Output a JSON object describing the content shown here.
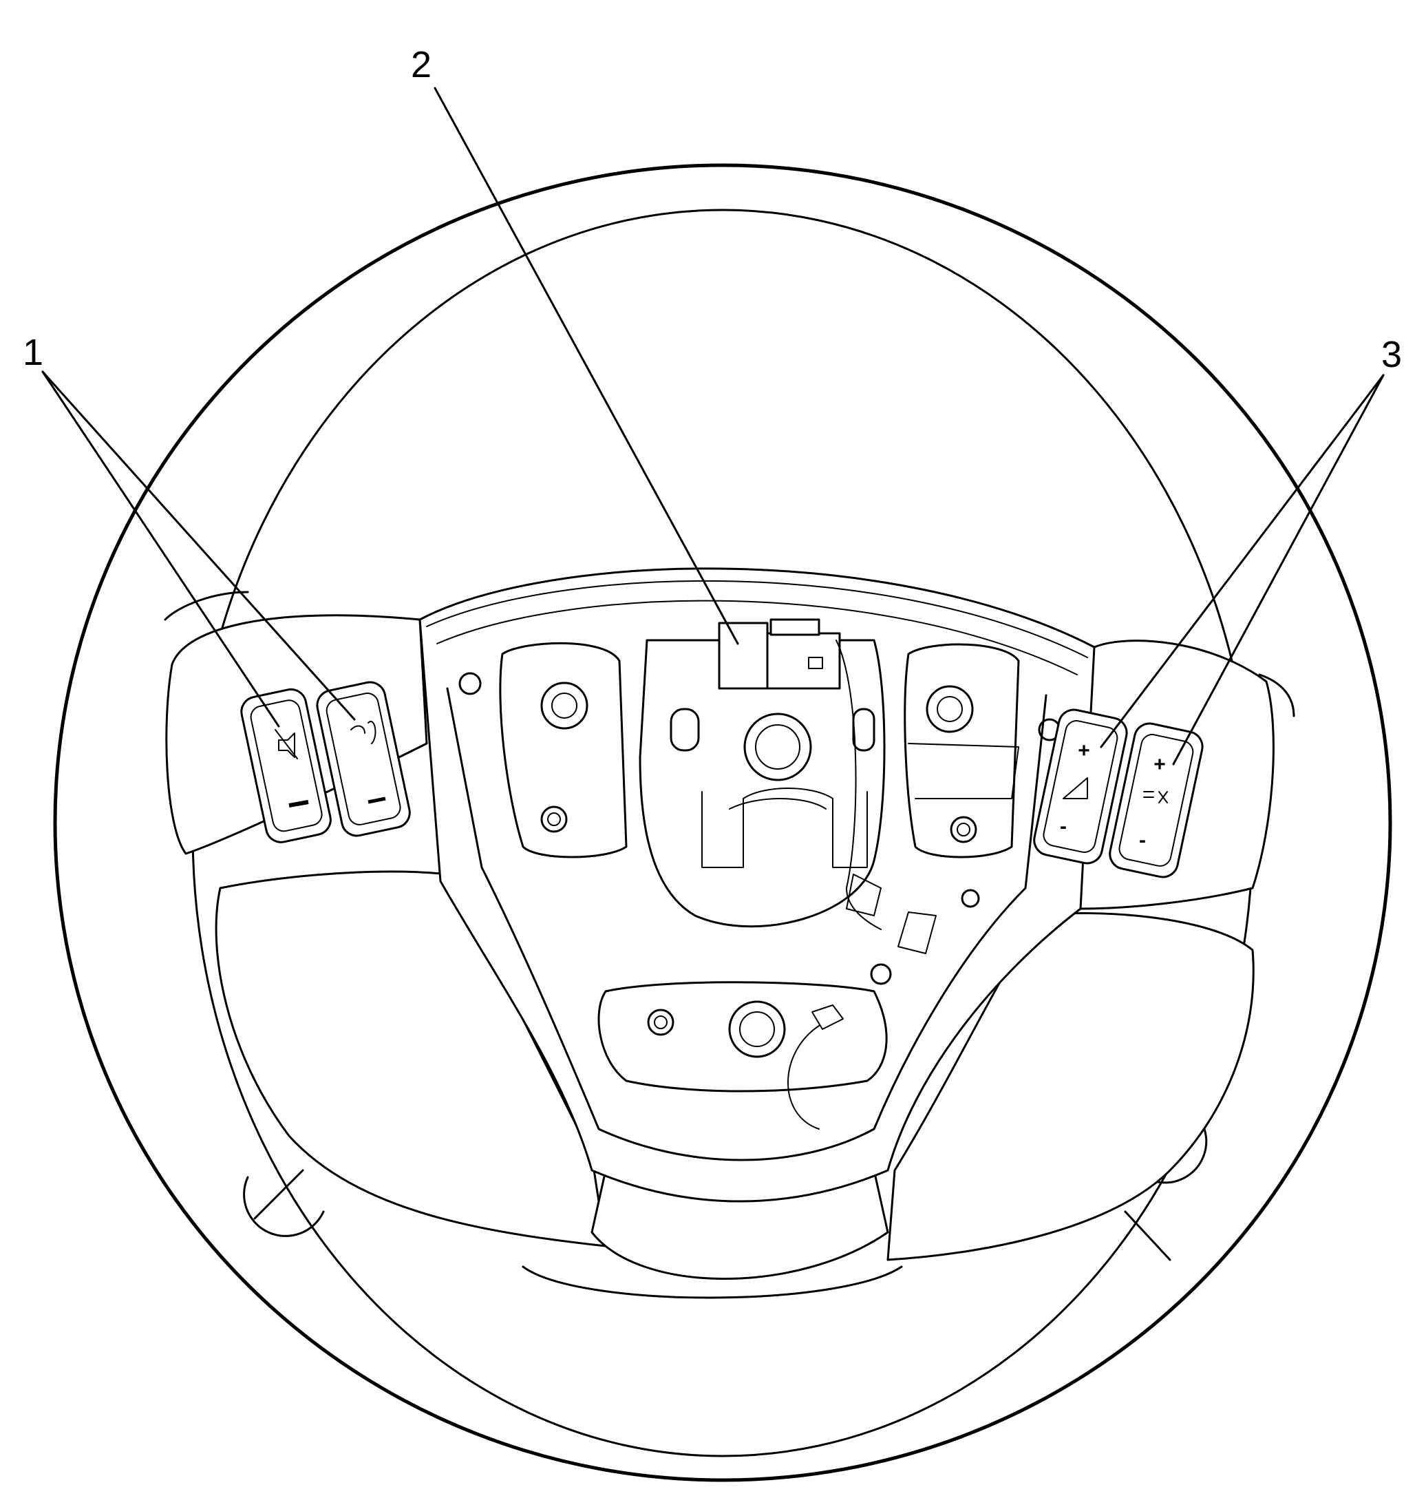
{
  "callouts": [
    {
      "id": "1",
      "label": "1"
    },
    {
      "id": "2",
      "label": "2"
    },
    {
      "id": "3",
      "label": "3"
    }
  ],
  "right_buttons": {
    "volume_plus": "+",
    "volume_minus": "-",
    "seek_plus": "+",
    "seek_minus": "-"
  },
  "colors": {
    "line": "#000000",
    "background": "#ffffff"
  }
}
